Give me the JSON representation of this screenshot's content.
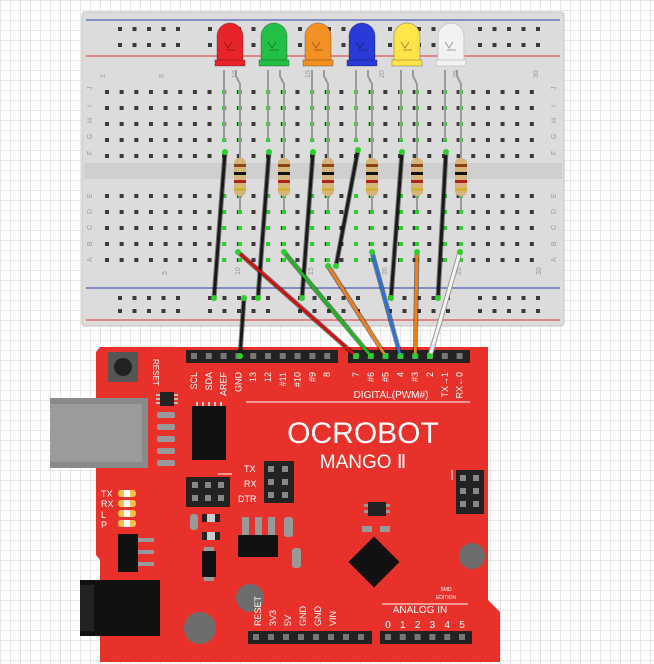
{
  "breadboard": {
    "col_numbers_top": [
      "1",
      "5",
      "10",
      "15",
      "20",
      "25",
      "30"
    ],
    "col_numbers_bottom": [
      "1",
      "5",
      "10",
      "15",
      "20",
      "25",
      "30"
    ],
    "row_letters_top": [
      "J",
      "I",
      "H",
      "G",
      "F"
    ],
    "row_letters_bottom": [
      "E",
      "D",
      "C",
      "B",
      "A"
    ]
  },
  "leds": [
    {
      "color": "red",
      "hex": "#e8232a"
    },
    {
      "color": "green",
      "hex": "#22c145"
    },
    {
      "color": "orange",
      "hex": "#f39125"
    },
    {
      "color": "blue",
      "hex": "#2a3ad8"
    },
    {
      "color": "yellow",
      "hex": "#ffe44a"
    },
    {
      "color": "white",
      "hex": "#f2f2f2"
    }
  ],
  "wires": [
    {
      "color": "#cc1111",
      "pin": "7"
    },
    {
      "color": "#1fb51f",
      "pin": "#6"
    },
    {
      "color": "#ef7f1a",
      "pin": "#5"
    },
    {
      "color": "#2a73d6",
      "pin": "4"
    },
    {
      "color": "#ef7f1a",
      "pin": "#3"
    },
    {
      "color": "#f4f4f4",
      "pin": "2"
    }
  ],
  "board": {
    "color": "#e8312a",
    "name": "OCROBOT",
    "model": "MANGO Ⅱ",
    "reset_label": "RESET",
    "digital_label": "DIGITAL(PWM#)",
    "top_pins_left": [
      "SCL",
      "SDA",
      "AREF",
      "GND",
      "13",
      "12",
      "#11",
      "#10",
      "#9",
      "8"
    ],
    "top_pins_right": [
      "7",
      "#6",
      "#5",
      "4",
      "#3",
      "2",
      "TX→1",
      "RX←0"
    ],
    "led_labels": [
      "TX",
      "RX",
      "L",
      "P"
    ],
    "icsp_labels": [
      "TX",
      "RX",
      "DTR"
    ],
    "smd_label_1": "SMD",
    "smd_label_2": "EDITION",
    "power_pins": [
      "RESET",
      "3V3",
      "5V",
      "GND",
      "GND",
      "VIN"
    ],
    "analog_label": "ANALOG IN",
    "analog_pins": [
      "0",
      "1",
      "2",
      "3",
      "4",
      "5"
    ]
  }
}
